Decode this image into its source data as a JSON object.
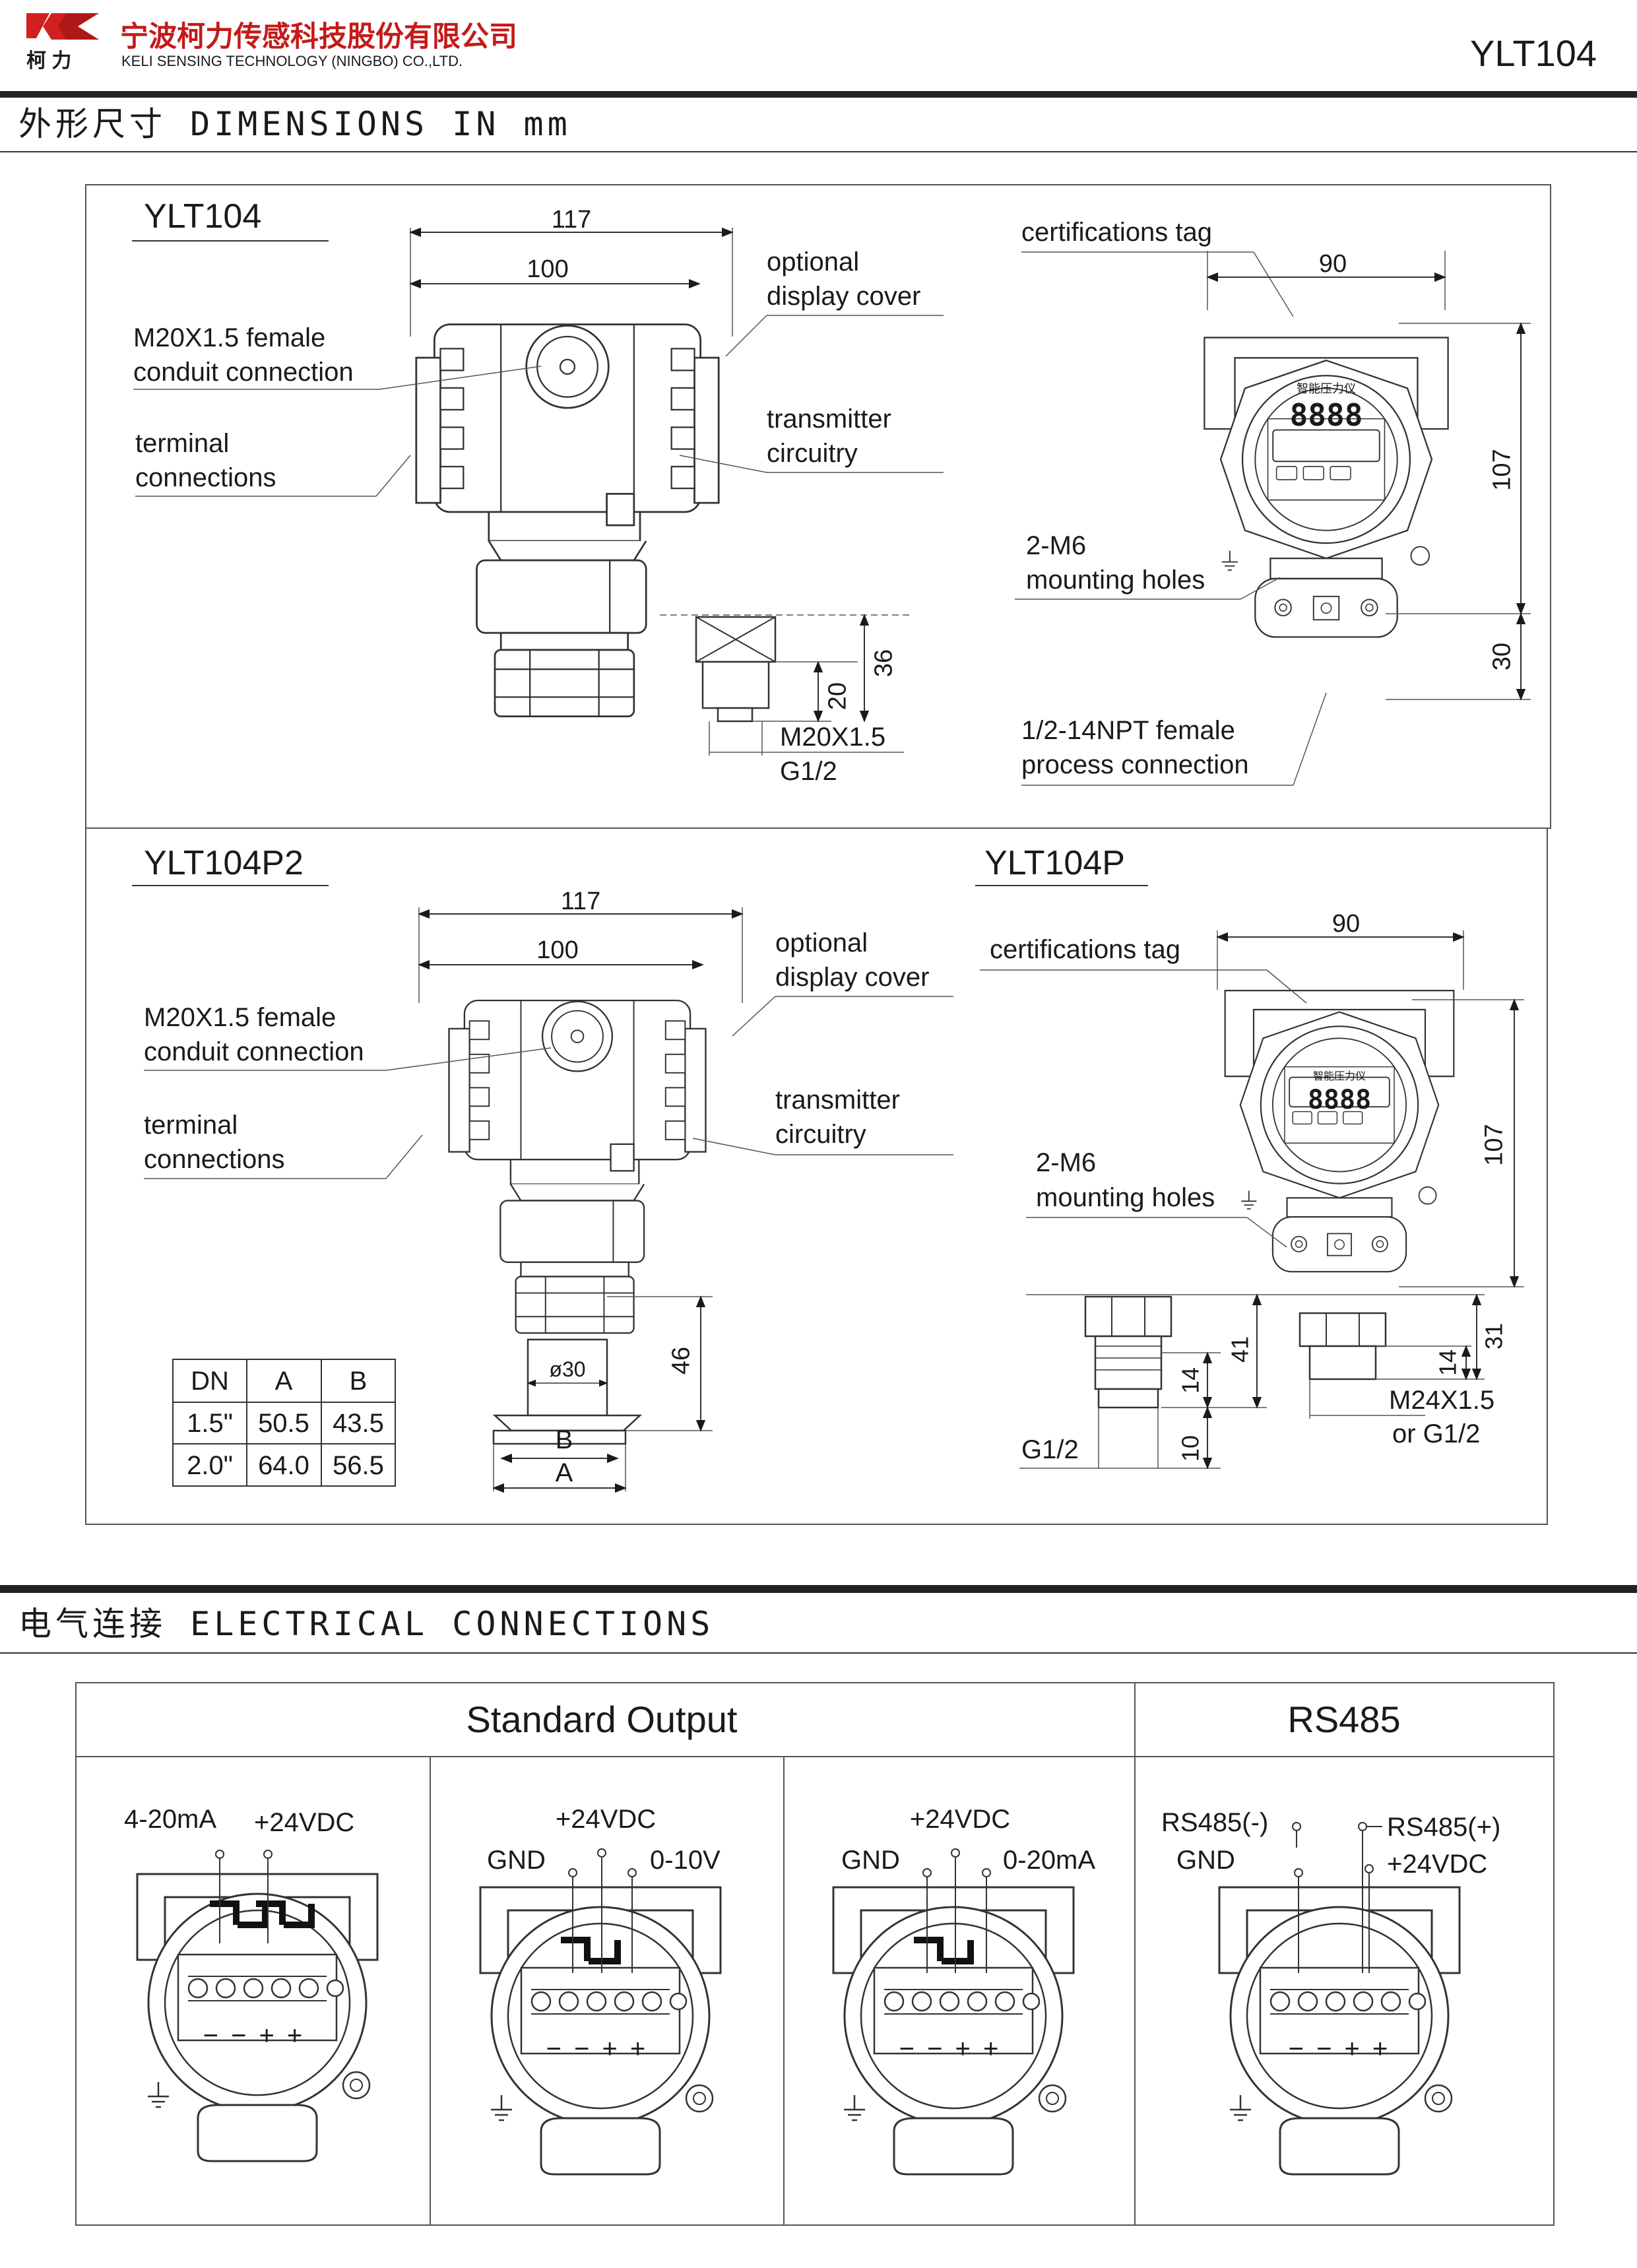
{
  "header": {
    "company_cn": "宁波柯力传感科技股份有限公司",
    "company_en": "KELI SENSING TECHNOLOGY (NINGBO) CO.,LTD.",
    "logo_cn": "柯 力",
    "model": "YLT104"
  },
  "sections": {
    "dimensions": "外形尺寸 DIMENSIONS IN mm",
    "electrical": "电气连接 ELECTRICAL CONNECTIONS"
  },
  "ylt104": {
    "title": "YLT104",
    "dim_117": "117",
    "dim_100": "100",
    "optional_cover_1": "optional",
    "optional_cover_2": "display cover",
    "conduit_1": "M20X1.5 female",
    "conduit_2": "conduit connection",
    "terminal_1": "terminal",
    "terminal_2": "connections",
    "circuitry_1": "transmitter",
    "circuitry_2": "circuitry",
    "dim_20": "20",
    "dim_36": "36",
    "thread_1": "M20X1.5",
    "thread_2": "G1/2",
    "cert_tag": "certifications tag",
    "dim_90": "90",
    "dim_107": "107",
    "dim_30": "30",
    "mount_1": "2-M6",
    "mount_2": "mounting holes",
    "process_1": "1/2-14NPT female",
    "process_2": "process connection",
    "display_cn": "智能压力仪",
    "display_digits": "8888"
  },
  "ylt104p2": {
    "title": "YLT104P2",
    "dim_117": "117",
    "dim_100": "100",
    "optional_cover_1": "optional",
    "optional_cover_2": "display cover",
    "conduit_1": "M20X1.5 female",
    "conduit_2": "conduit connection",
    "terminal_1": "terminal",
    "terminal_2": "connections",
    "circuitry_1": "transmitter",
    "circuitry_2": "circuitry",
    "dim_46": "46",
    "dia_30": "ø30",
    "label_b": "B",
    "label_a": "A",
    "table": {
      "headers": [
        "DN",
        "A",
        "B"
      ],
      "rows": [
        [
          "1.5\"",
          "50.5",
          "43.5"
        ],
        [
          "2.0\"",
          "64.0",
          "56.5"
        ]
      ]
    }
  },
  "ylt104p": {
    "title": "YLT104P",
    "cert_tag": "certifications tag",
    "dim_90": "90",
    "dim_107": "107",
    "mount_1": "2-M6",
    "mount_2": "mounting holes",
    "dim_14a": "14",
    "dim_41": "41",
    "dim_10": "10",
    "dim_14b": "14",
    "dim_31": "31",
    "g12": "G1/2",
    "m24_1": "M24X1.5",
    "m24_2": "or G1/2",
    "display_cn": "智能压力仪",
    "display_digits": "8888"
  },
  "electrical": {
    "standard_output": "Standard Output",
    "rs485": "RS485",
    "panel1": {
      "left": "4-20mA",
      "right": "+24VDC"
    },
    "panel2": {
      "top": "+24VDC",
      "left": "GND",
      "right": "0-10V"
    },
    "panel3": {
      "top": "+24VDC",
      "left": "GND",
      "right": "0-20mA"
    },
    "panel4": {
      "tl": "RS485(-)",
      "tr": "RS485(+)",
      "bl": "GND",
      "br": "+24VDC"
    },
    "polarity": "− − + +"
  }
}
